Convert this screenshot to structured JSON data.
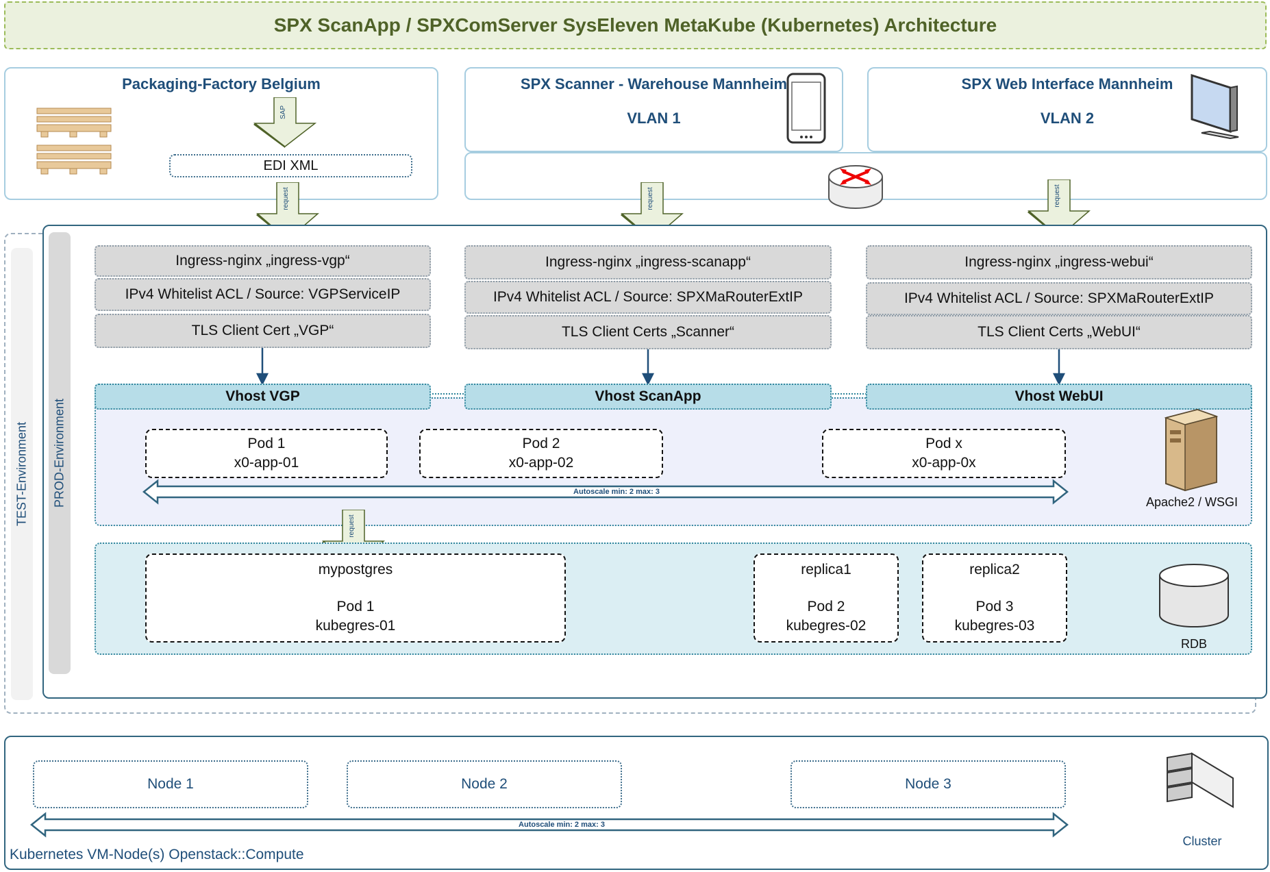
{
  "title": "SPX ScanApp / SPXComServer SysEleven MetaKube (Kubernetes) Architecture",
  "sources": {
    "factory": {
      "title": "Packaging-Factory Belgium",
      "edi": "EDI XML",
      "sap_arrow": "SAP"
    },
    "scanner": {
      "title": "SPX Scanner - Warehouse Mannheim",
      "vlan": "VLAN 1"
    },
    "webui": {
      "title": "SPX Web Interface Mannheim",
      "vlan": "VLAN 2"
    }
  },
  "request_label": "request",
  "environments": {
    "test": "TEST-Environment",
    "prod": "PROD-Environment"
  },
  "ingress": [
    {
      "name": "Ingress-nginx „ingress-vgp“",
      "acl": "IPv4 Whitelist ACL / Source: VGPServiceIP",
      "tls": "TLS Client Cert „VGP“",
      "vhost": "Vhost VGP"
    },
    {
      "name": "Ingress-nginx „ingress-scanapp“",
      "acl": "IPv4 Whitelist ACL / Source: SPXMaRouterExtIP",
      "tls": "TLS Client Certs „Scanner“",
      "vhost": "Vhost ScanApp"
    },
    {
      "name": "Ingress-nginx „ingress-webui“",
      "acl": "IPv4 Whitelist ACL / Source: SPXMaRouterExtIP",
      "tls": "TLS Client Certs „WebUI“",
      "vhost": "Vhost WebUI"
    }
  ],
  "app_pods": [
    {
      "name": "Pod 1",
      "host": "x0-app-01"
    },
    {
      "name": "Pod 2",
      "host": "x0-app-02"
    },
    {
      "name": "Pod x",
      "host": "x0-app-0x"
    }
  ],
  "app_autoscale": "Autoscale min: 2 max: 3",
  "app_server_label": "Apache2 / WSGI",
  "db_pods": [
    {
      "role": "mypostgres",
      "name": "Pod 1",
      "host": "kubegres-01"
    },
    {
      "role": "replica1",
      "name": "Pod 2",
      "host": "kubegres-02"
    },
    {
      "role": "replica2",
      "name": "Pod 3",
      "host": "kubegres-03"
    }
  ],
  "db_label": "RDB",
  "nodes": [
    "Node 1",
    "Node 2",
    "Node 3"
  ],
  "node_autoscale": "Autoscale min: 2 max: 3",
  "cluster_label": "Cluster",
  "cluster_caption": "Kubernetes VM-Node(s) Openstack::Compute",
  "colors": {
    "title_bg": "#ebf1de",
    "title_text": "#4f6228",
    "vhost_bg": "#b7dde8",
    "accent_blue": "#1f4e79"
  }
}
